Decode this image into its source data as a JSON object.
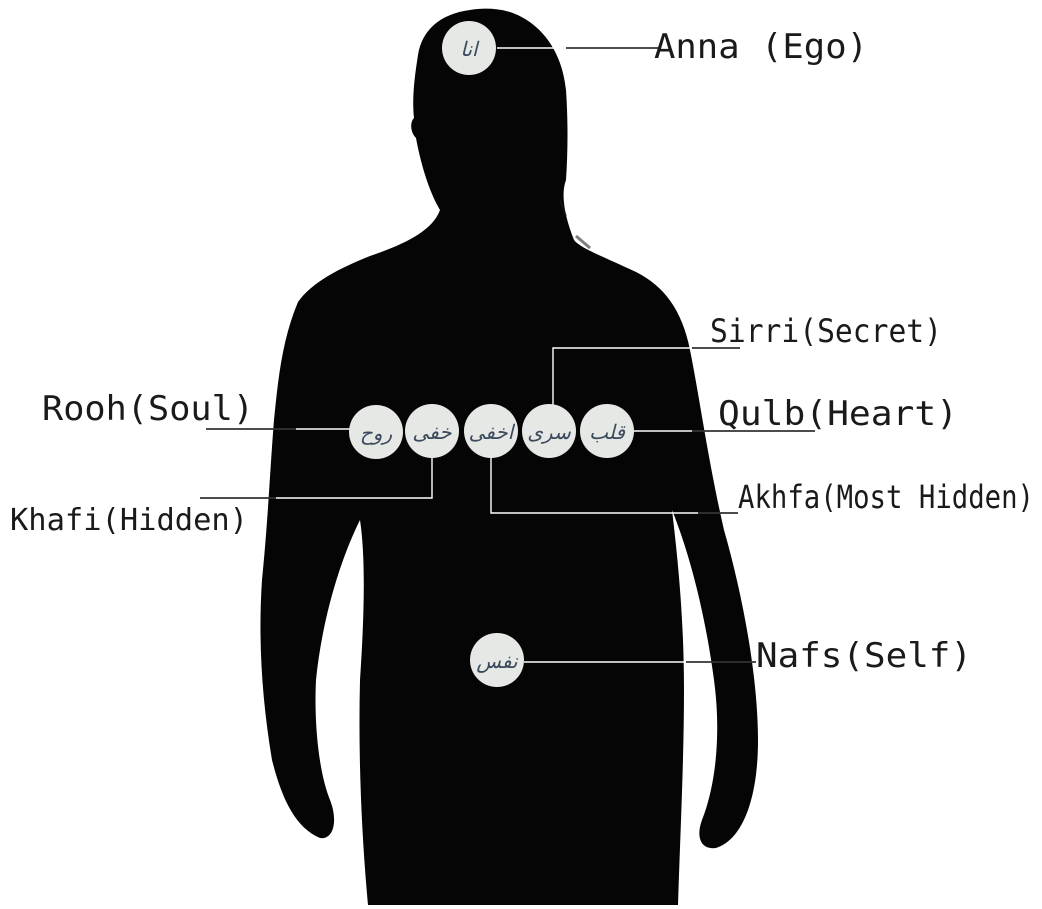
{
  "labels": {
    "anna": "Anna (Ego)",
    "sirri": "Sirri(Secret)",
    "rooh": "Rooh(Soul)",
    "qulb": "Qulb(Heart)",
    "khafi": "Khafi(Hidden)",
    "akhfa": "Akhfa(Most Hidden)",
    "nafs": "Nafs(Self)"
  },
  "nodes": {
    "anna": "انا",
    "rooh": "روح",
    "khafi": "خفی",
    "akhfa": "اخفی",
    "sirri": "سری",
    "qulb": "قلب",
    "nafs": "نفس"
  },
  "colors": {
    "background": "#ffffff",
    "silhouette": "#050505",
    "node_fill": "#e6e8e6",
    "leader_line": "#ffffff",
    "label_text": "#1a1a1a"
  }
}
